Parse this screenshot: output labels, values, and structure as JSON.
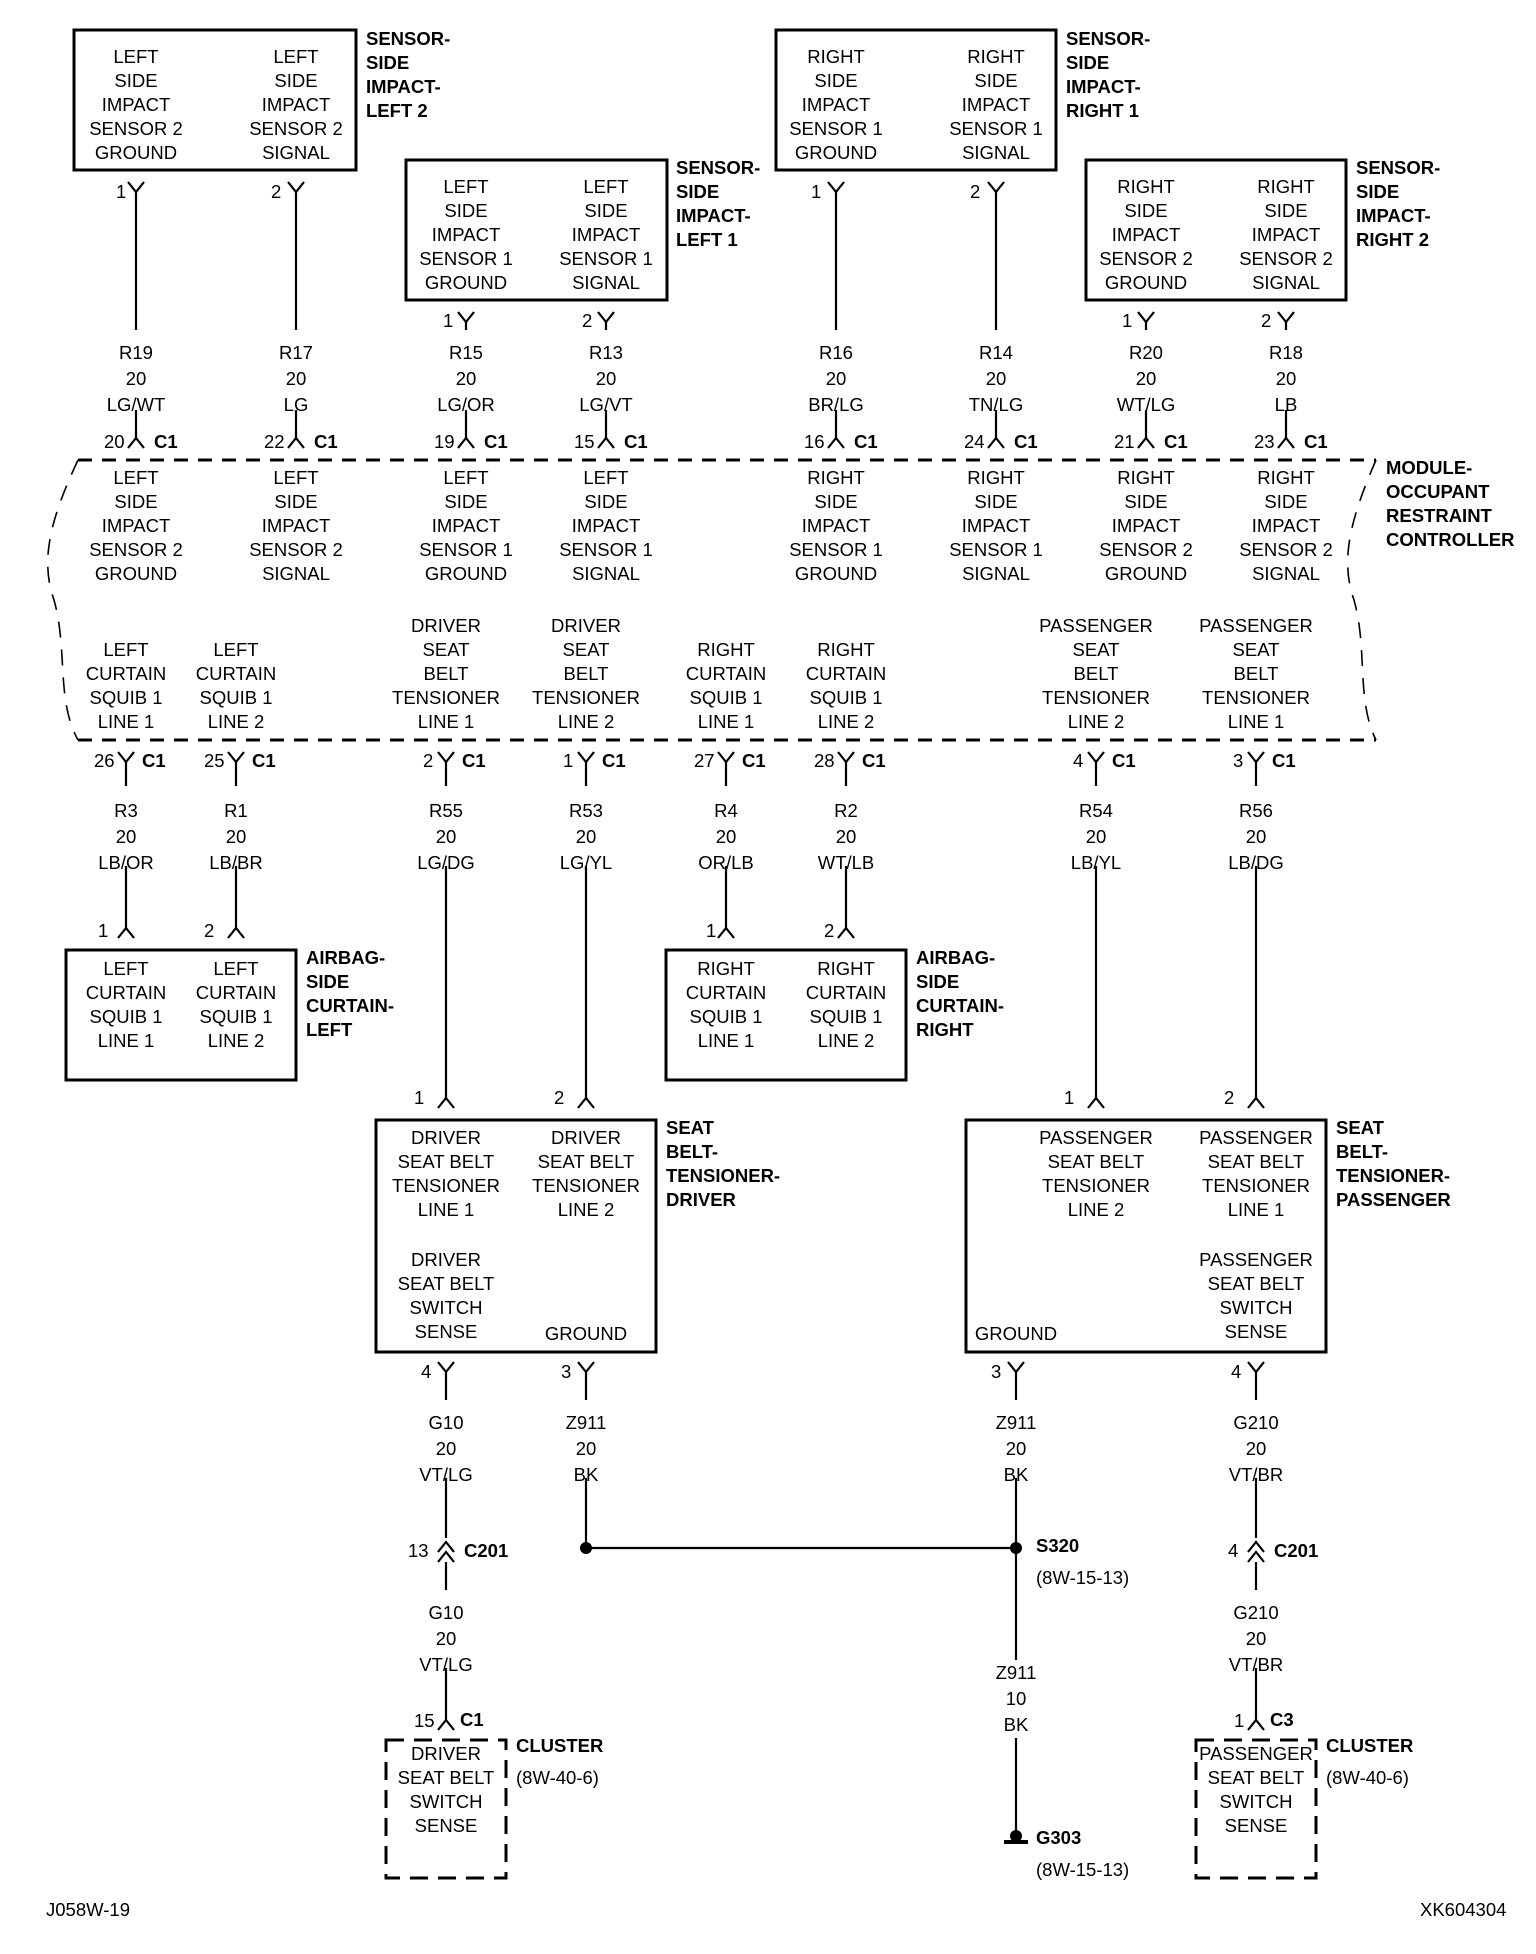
{
  "components": {
    "lsis2": {
      "name": [
        "SENSOR-",
        "SIDE",
        "IMPACT-",
        "LEFT 2"
      ],
      "p1": [
        "LEFT",
        "SIDE",
        "IMPACT",
        "SENSOR 2",
        "GROUND"
      ],
      "p2": [
        "LEFT",
        "SIDE",
        "IMPACT",
        "SENSOR 2",
        "SIGNAL"
      ]
    },
    "lsis1": {
      "name": [
        "SENSOR-",
        "SIDE",
        "IMPACT-",
        "LEFT 1"
      ],
      "p1": [
        "LEFT",
        "SIDE",
        "IMPACT",
        "SENSOR 1",
        "GROUND"
      ],
      "p2": [
        "LEFT",
        "SIDE",
        "IMPACT",
        "SENSOR 1",
        "SIGNAL"
      ]
    },
    "rsis1": {
      "name": [
        "SENSOR-",
        "SIDE",
        "IMPACT-",
        "RIGHT 1"
      ],
      "p1": [
        "RIGHT",
        "SIDE",
        "IMPACT",
        "SENSOR 1",
        "GROUND"
      ],
      "p2": [
        "RIGHT",
        "SIDE",
        "IMPACT",
        "SENSOR 1",
        "SIGNAL"
      ]
    },
    "rsis2": {
      "name": [
        "SENSOR-",
        "SIDE",
        "IMPACT-",
        "RIGHT 2"
      ],
      "p1": [
        "RIGHT",
        "SIDE",
        "IMPACT",
        "SENSOR 2",
        "GROUND"
      ],
      "p2": [
        "RIGHT",
        "SIDE",
        "IMPACT",
        "SENSOR 2",
        "SIGNAL"
      ]
    },
    "orc": {
      "name": [
        "MODULE-",
        "OCCUPANT",
        "RESTRAINT",
        "CONTROLLER"
      ],
      "top": [
        [
          "LEFT",
          "SIDE",
          "IMPACT",
          "SENSOR 2",
          "GROUND"
        ],
        [
          "LEFT",
          "SIDE",
          "IMPACT",
          "SENSOR 2",
          "SIGNAL"
        ],
        [
          "LEFT",
          "SIDE",
          "IMPACT",
          "SENSOR 1",
          "GROUND"
        ],
        [
          "LEFT",
          "SIDE",
          "IMPACT",
          "SENSOR 1",
          "SIGNAL"
        ],
        [
          "RIGHT",
          "SIDE",
          "IMPACT",
          "SENSOR 1",
          "GROUND"
        ],
        [
          "RIGHT",
          "SIDE",
          "IMPACT",
          "SENSOR 1",
          "SIGNAL"
        ],
        [
          "RIGHT",
          "SIDE",
          "IMPACT",
          "SENSOR 2",
          "GROUND"
        ],
        [
          "RIGHT",
          "SIDE",
          "IMPACT",
          "SENSOR 2",
          "SIGNAL"
        ]
      ],
      "bottom": [
        [
          "LEFT",
          "CURTAIN",
          "SQUIB 1",
          "LINE 1"
        ],
        [
          "LEFT",
          "CURTAIN",
          "SQUIB 1",
          "LINE 2"
        ],
        [
          "DRIVER",
          "SEAT",
          "BELT",
          "TENSIONER",
          "LINE 1"
        ],
        [
          "DRIVER",
          "SEAT",
          "BELT",
          "TENSIONER",
          "LINE 2"
        ],
        [
          "RIGHT",
          "CURTAIN",
          "SQUIB 1",
          "LINE 1"
        ],
        [
          "RIGHT",
          "CURTAIN",
          "SQUIB 1",
          "LINE 2"
        ],
        [
          "PASSENGER",
          "SEAT",
          "BELT",
          "TENSIONER",
          "LINE 2"
        ],
        [
          "PASSENGER",
          "SEAT",
          "BELT",
          "TENSIONER",
          "LINE 1"
        ]
      ]
    },
    "ascl": {
      "name": [
        "AIRBAG-",
        "SIDE",
        "CURTAIN-",
        "LEFT"
      ],
      "p1": [
        "LEFT",
        "CURTAIN",
        "SQUIB 1",
        "LINE 1"
      ],
      "p2": [
        "LEFT",
        "CURTAIN",
        "SQUIB 1",
        "LINE 2"
      ]
    },
    "ascr": {
      "name": [
        "AIRBAG-",
        "SIDE",
        "CURTAIN-",
        "RIGHT"
      ],
      "p1": [
        "RIGHT",
        "CURTAIN",
        "SQUIB 1",
        "LINE 1"
      ],
      "p2": [
        "RIGHT",
        "CURTAIN",
        "SQUIB 1",
        "LINE 2"
      ]
    },
    "sbtd": {
      "name": [
        "SEAT",
        "BELT-",
        "TENSIONER-",
        "DRIVER"
      ],
      "p1": [
        "DRIVER",
        "SEAT BELT",
        "TENSIONER",
        "LINE 1"
      ],
      "p2": [
        "DRIVER",
        "SEAT BELT",
        "TENSIONER",
        "LINE 2"
      ],
      "p4": [
        "DRIVER",
        "SEAT BELT",
        "SWITCH",
        "SENSE"
      ],
      "p3": [
        "GROUND"
      ]
    },
    "sbtp": {
      "name": [
        "SEAT",
        "BELT-",
        "TENSIONER-",
        "PASSENGER"
      ],
      "p1": [
        "PASSENGER",
        "SEAT BELT",
        "TENSIONER",
        "LINE 2"
      ],
      "p2": [
        "PASSENGER",
        "SEAT BELT",
        "TENSIONER",
        "LINE 1"
      ],
      "p4": [
        "PASSENGER",
        "SEAT BELT",
        "SWITCH",
        "SENSE"
      ],
      "p3": [
        "GROUND"
      ]
    },
    "cluster_driver": {
      "name": "CLUSTER",
      "ref": "(8W-40-6)",
      "lines": [
        "DRIVER",
        "SEAT BELT",
        "SWITCH",
        "SENSE"
      ]
    },
    "cluster_passenger": {
      "name": "CLUSTER",
      "ref": "(8W-40-6)",
      "lines": [
        "PASSENGER",
        "SEAT BELT",
        "SWITCH",
        "SENSE"
      ]
    }
  },
  "wires": {
    "r19": [
      "R19",
      "20",
      "LG/WT"
    ],
    "r17": [
      "R17",
      "20",
      "LG"
    ],
    "r15": [
      "R15",
      "20",
      "LG/OR"
    ],
    "r13": [
      "R13",
      "20",
      "LG/VT"
    ],
    "r16": [
      "R16",
      "20",
      "BR/LG"
    ],
    "r14": [
      "R14",
      "20",
      "TN/LG"
    ],
    "r20": [
      "R20",
      "20",
      "WT/LG"
    ],
    "r18": [
      "R18",
      "20",
      "LB"
    ],
    "r3": [
      "R3",
      "20",
      "LB/OR"
    ],
    "r1": [
      "R1",
      "20",
      "LB/BR"
    ],
    "r55": [
      "R55",
      "20",
      "LG/DG"
    ],
    "r53": [
      "R53",
      "20",
      "LG/YL"
    ],
    "r4": [
      "R4",
      "20",
      "OR/LB"
    ],
    "r2": [
      "R2",
      "20",
      "WT/LB"
    ],
    "r54": [
      "R54",
      "20",
      "LB/YL"
    ],
    "r56": [
      "R56",
      "20",
      "LB/DG"
    ],
    "g10_a": [
      "G10",
      "20",
      "VT/LG"
    ],
    "g10_b": [
      "G10",
      "20",
      "VT/LG"
    ],
    "z911_d": [
      "Z911",
      "20",
      "BK"
    ],
    "z911_p": [
      "Z911",
      "20",
      "BK"
    ],
    "z911_g": [
      "Z911",
      "10",
      "BK"
    ],
    "g210_a": [
      "G210",
      "20",
      "VT/BR"
    ],
    "g210_b": [
      "G210",
      "20",
      "VT/BR"
    ]
  },
  "pins": {
    "lsis2_1": "1",
    "lsis2_2": "2",
    "lsis1_1": "1",
    "lsis1_2": "2",
    "rsis1_1": "1",
    "rsis1_2": "2",
    "rsis2_1": "1",
    "rsis2_2": "2",
    "orc_20": "20",
    "orc_22": "22",
    "orc_19": "19",
    "orc_15": "15",
    "orc_16": "16",
    "orc_24": "24",
    "orc_21": "21",
    "orc_23": "23",
    "orc_26": "26",
    "orc_25": "25",
    "orc_2": "2",
    "orc_1": "1",
    "orc_27": "27",
    "orc_28": "28",
    "orc_4": "4",
    "orc_3": "3",
    "ascl_1": "1",
    "ascl_2": "2",
    "ascr_1": "1",
    "ascr_2": "2",
    "sbtd_1": "1",
    "sbtd_2": "2",
    "sbtd_4": "4",
    "sbtd_3": "3",
    "sbtp_1": "1",
    "sbtp_2": "2",
    "sbtp_3": "3",
    "sbtp_4": "4",
    "c201_13": "13",
    "c201_4": "4",
    "cl_15": "15",
    "cl_1": "1"
  },
  "connectors": {
    "c1": "C1",
    "c201": "C201",
    "c3": "C3"
  },
  "splices": {
    "s320": "S320",
    "s320_ref": "(8W-15-13)",
    "g303": "G303",
    "g303_ref": "(8W-15-13)"
  },
  "footer": {
    "left_code": "J058W-19",
    "right_code": "XK604304"
  }
}
